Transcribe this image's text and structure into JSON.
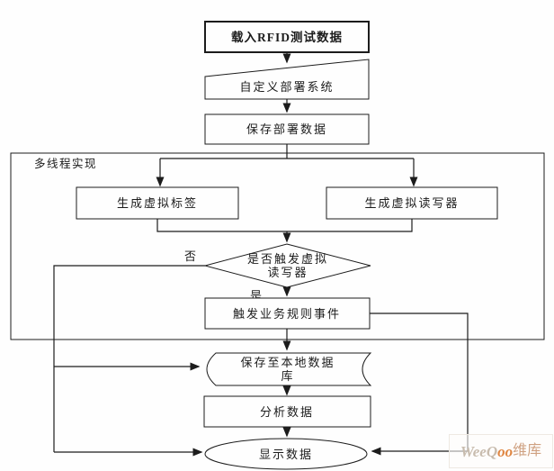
{
  "flowchart": {
    "nodes": {
      "load": "载入RFID测试数据",
      "deploy": "自定义部署系统",
      "save_deploy": "保存部署数据",
      "container_label": "多线程实现",
      "gen_tags": "生成虚拟标签",
      "gen_readers": "生成虚拟读写器",
      "decision_line1": "是否触发虚拟",
      "decision_line2": "读写器",
      "label_no": "否",
      "label_yes": "是",
      "trigger": "触发业务规则事件",
      "save_local_line1": "保存至本地数据",
      "save_local_line2": "库",
      "analyze": "分析数据",
      "display": "显示数据"
    },
    "colors": {
      "line": "#1c1c1c",
      "background": "#fefefe"
    }
  },
  "watermark": {
    "part1": "WeeQ",
    "part2": "oo",
    "part3": "维库",
    "color_main": "#c8bcae",
    "color_accent": "#e08743"
  }
}
